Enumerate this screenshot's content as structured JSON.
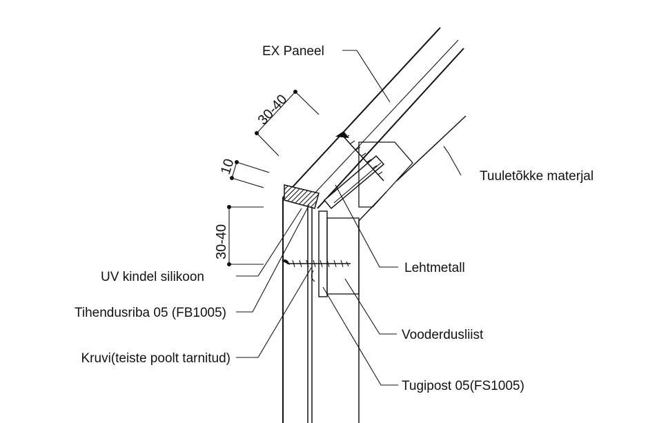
{
  "labels": {
    "ex_paneel": "EX Paneel",
    "tuuletokke": "Tuuletõkke materjal",
    "lehtmetall": "Lehtmetall",
    "uv_silikoon": "UV kindel silikoon",
    "tihendusriba": "Tihendusriba 05 (FB1005)",
    "kruvi": "Kruvi(teiste poolt tarnitud)",
    "vooderdusliist": "Vooderdusliist",
    "tugipost": "Tugipost 05(FS1005)"
  },
  "dimensions": {
    "top_30_40": "30-40",
    "gap_10": "10",
    "side_30_40": "30-40"
  }
}
